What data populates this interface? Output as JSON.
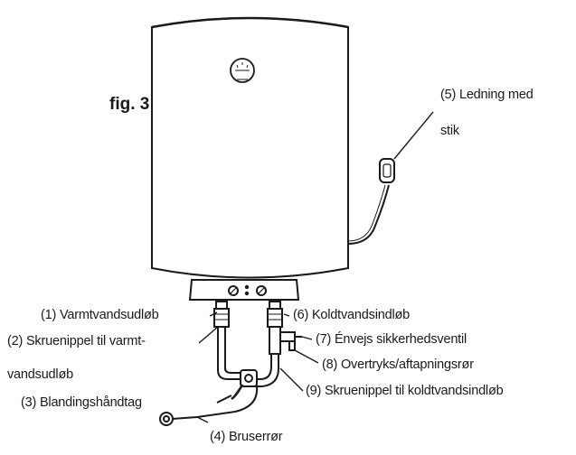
{
  "figure_label": "fig. 3",
  "labels": {
    "l5a": "(5) Ledning med",
    "l5b": "stik",
    "l1": "(1) Varmtvandsudløb",
    "l2a": "(2) Skruenippel til varmt-",
    "l2b": "vandsudløb",
    "l3": "(3) Blandingshåndtag",
    "l4": "(4) Bruserrør",
    "l6": "(6) Koldtvandsindløb",
    "l7": "(7) Énvejs sikkerhedsventil",
    "l8": "(8) Overtryks/aftapningsrør",
    "l9": "(9) Skruenippel til koldtvandsindløb"
  },
  "colors": {
    "line": "#1a1a1a",
    "background": "#ffffff"
  }
}
